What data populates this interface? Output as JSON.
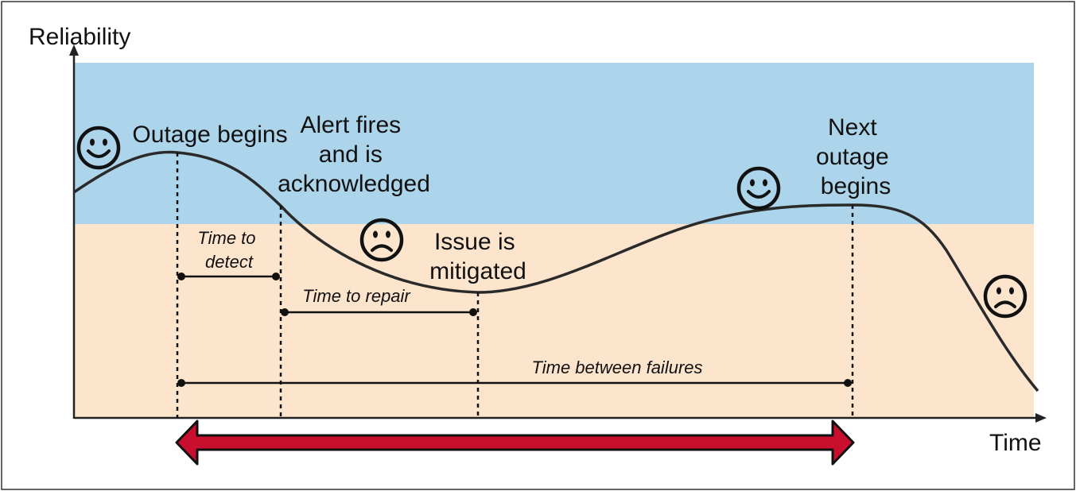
{
  "axes": {
    "y_label": "Reliability",
    "x_label": "Time"
  },
  "colors": {
    "upper_band": "#acd4ea",
    "lower_band": "#fde5cd",
    "curve": "#2a2a2a",
    "arrow_fill": "#c8102e",
    "arrow_stroke": "#111111",
    "axis": "#222222"
  },
  "events": {
    "outage_begins": "Outage begins",
    "alert_fires": [
      "Alert fires",
      "and is",
      "acknowledged"
    ],
    "issue_mitigated": [
      "Issue is",
      "mitigated"
    ],
    "next_outage": [
      "Next",
      "outage",
      "begins"
    ]
  },
  "intervals": {
    "time_to_detect": [
      "Time to",
      "detect"
    ],
    "time_to_repair": "Time to repair",
    "time_between_failures": "Time between failures"
  },
  "faces": [
    "smiley-icon",
    "frown-icon",
    "smiley-icon",
    "frown-icon"
  ]
}
